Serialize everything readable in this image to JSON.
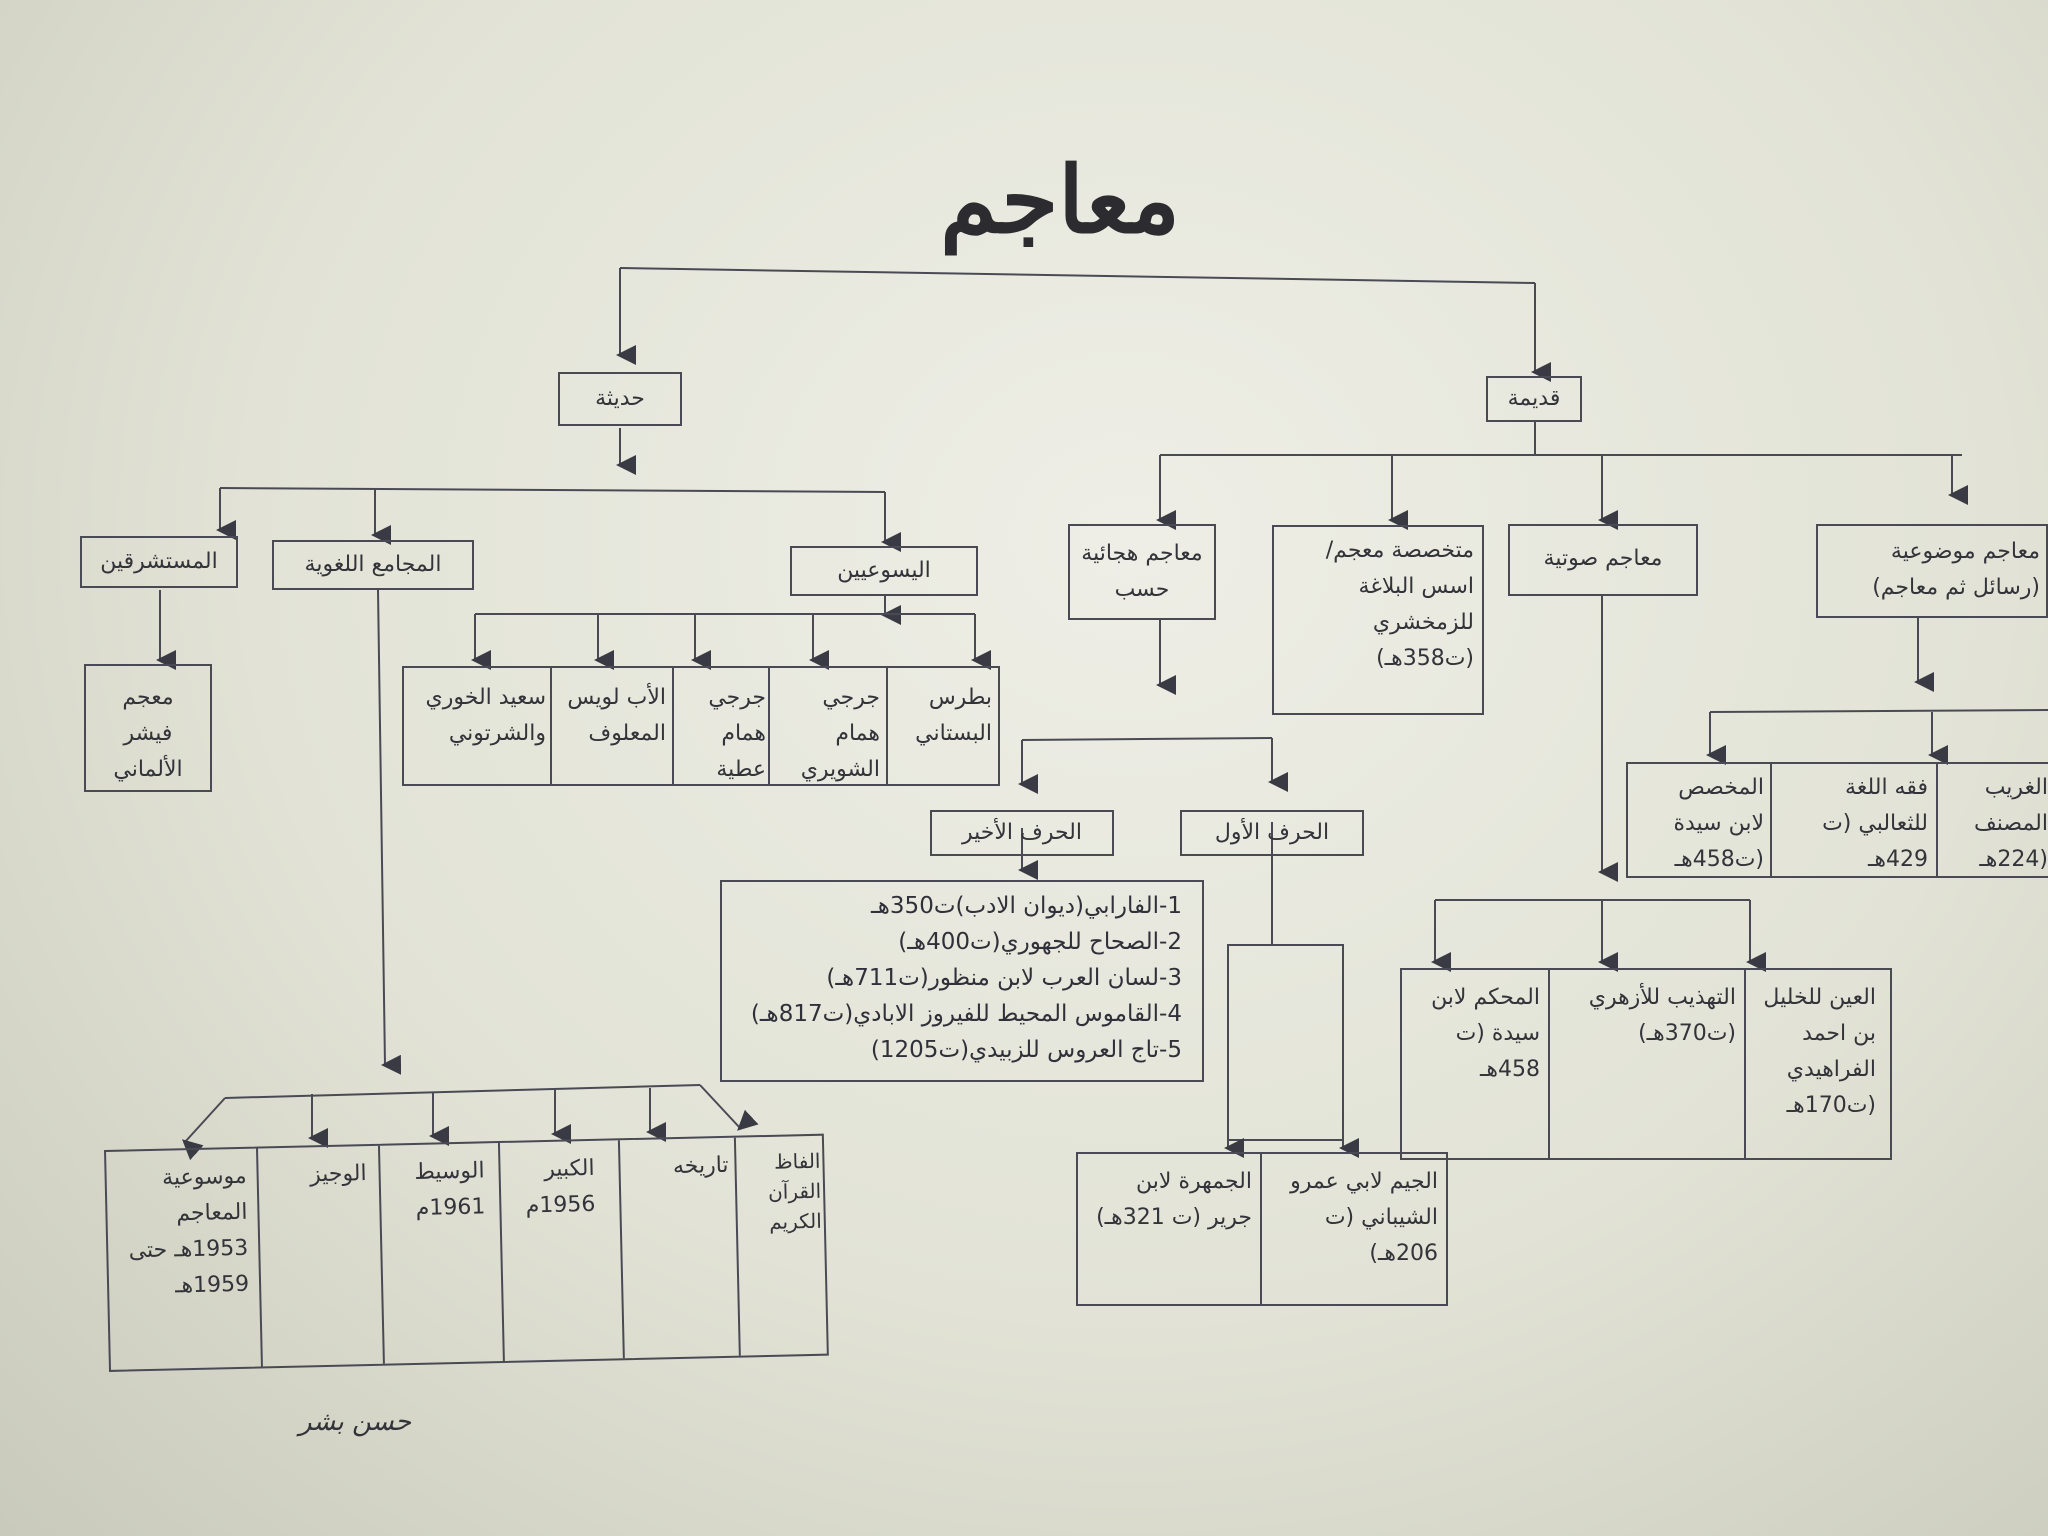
{
  "title": "معاجم",
  "modern": {
    "label": "حديثة",
    "jesuits": {
      "label": "اليسوعيين",
      "items": [
        "بطرس البستاني",
        "جرجي همام الشويري",
        "جرجي همام عطية",
        "الأب لويس المعلوف",
        "سعيد الخوري والشرتوني"
      ]
    },
    "academies": {
      "label": "المجامع اللغوية",
      "items": [
        "الفاظ القرآن الكريم",
        "تاريخه",
        "الكبير 1956م",
        "الوسيط 1961م",
        "الوجيز",
        "موسوعية المعاجم 1953هـ حتى 1959هـ"
      ]
    },
    "orientalists": {
      "label": "المستشرقين",
      "items": [
        "معجم فيشر الألماني"
      ]
    }
  },
  "ancient": {
    "label": "قديمة",
    "thematic": {
      "label": "معاجم موضوعية (رسائل ثم معاجم)",
      "items": [
        "الغريب المصنف (224هـ",
        "فقه اللغة للثعالبي (ت 429هـ",
        "المخصص لابن سيدة (ت458هـ"
      ]
    },
    "phonetic": {
      "label": "معاجم صوتية",
      "items": [
        "العين للخليل بن احمد الفراهيدي (ت170هـ",
        "التهذيب للأزهري (ت370هـ)",
        "المحكم لابن سيدة (ت 458هـ"
      ]
    },
    "specialized": {
      "label": "متخصصة معجم/اسس البلاغة للزمخشري (ت358هـ)"
    },
    "alphabetical": {
      "label": "معاجم هجائية حسب",
      "first_letter": {
        "label": "الحرف الأول",
        "items": [
          "الجيم لابي عمرو الشيباني (ت 206هـ)",
          "الجمهرة لابن جرير (ت 321هـ)"
        ]
      },
      "last_letter": {
        "label": "الحرف الأخير",
        "items": [
          "1-الفارابي(ديوان الادب)ت350هـ",
          "2-الصحاح للجهوري(ت400هـ)",
          "3-لسان العرب لابن منظور(ت711هـ)",
          "4-القاموس المحيط للفيروز الابادي(ت817هـ)",
          "5-تاج العروس للزبيدي(ت1205)"
        ]
      }
    }
  },
  "signature": "حسن بشر"
}
